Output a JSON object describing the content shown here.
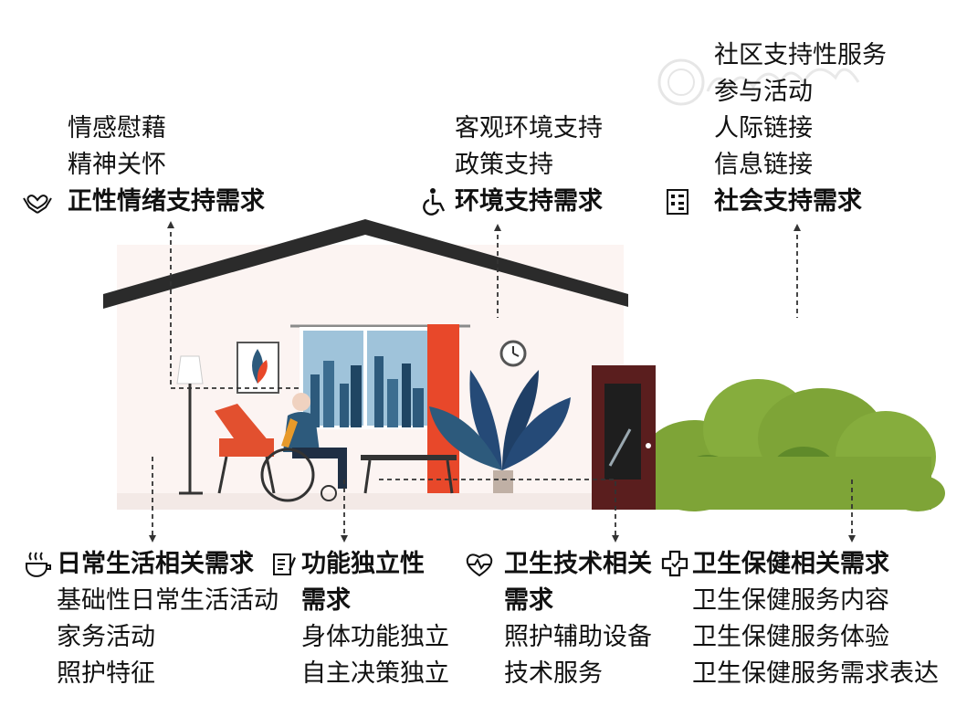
{
  "emotional": {
    "lines": [
      "情感慰藉",
      "精神关怀"
    ],
    "heading": "正性情绪支持需求",
    "icon": "heart-hands-icon"
  },
  "environment": {
    "lines": [
      "客观环境支持",
      "政策支持"
    ],
    "heading": "环境支持需求",
    "icon": "accessibility-icon"
  },
  "social": {
    "lines": [
      "社区支持性服务",
      "参与活动",
      "人际链接",
      "信息链接"
    ],
    "heading": "社会支持需求",
    "icon": "building-icon"
  },
  "daily_life": {
    "heading": "日常生活相关需求",
    "lines": [
      "基础性日常生活活动",
      "家务活动",
      "照护特征"
    ],
    "icon": "hot-cup-icon"
  },
  "functional": {
    "heading_lines": [
      "功能独立性",
      "需求"
    ],
    "lines": [
      "身体功能独立",
      "自主决策独立"
    ],
    "icon": "note-pencil-icon"
  },
  "tech": {
    "heading_lines": [
      "卫生技术相关",
      "需求"
    ],
    "lines": [
      "照护辅助设备",
      "技术服务"
    ],
    "icon": "heart-pulse-icon"
  },
  "health": {
    "heading": "卫生保健相关需求",
    "lines": [
      "卫生保健服务内容",
      "卫生保健服务体验",
      "卫生保健服务需求表达"
    ],
    "icon": "medical-cross-icon"
  },
  "colors": {
    "roof": "#2b2b2b",
    "wall": "#fcf4f2",
    "curtain": "#e8482a",
    "door": "#5a1e1e",
    "bush": "#7ea437",
    "bush_dark": "#5f8a2a",
    "chair": "#e2502f",
    "sky": "#9fc3da",
    "city": "#2d5a7c",
    "leaf": "#254a77"
  }
}
